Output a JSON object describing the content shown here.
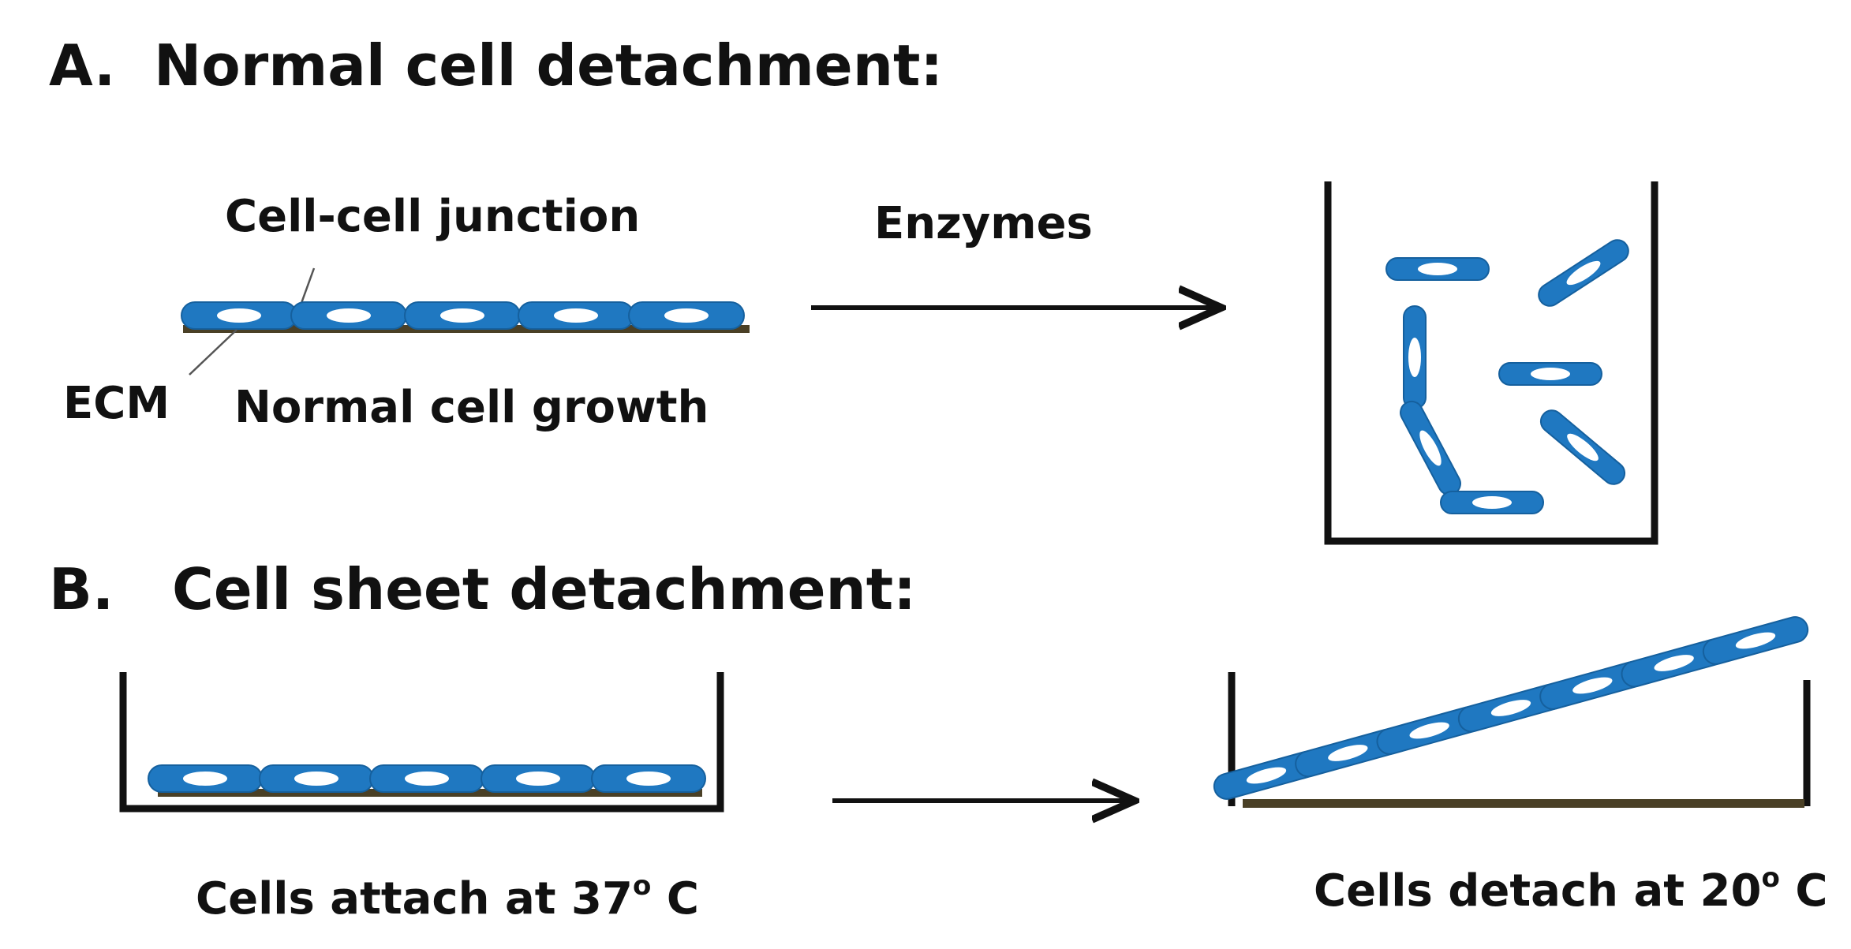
{
  "section_a": {
    "letter": "A.",
    "title": "Normal cell detachment:",
    "label_junction": "Cell-cell junction",
    "label_ecm": "ECM",
    "label_growth": "Normal cell growth",
    "arrow_label": "Enzymes"
  },
  "section_b": {
    "letter": "B.",
    "title": "Cell sheet detachment:",
    "attach_text": "Cells attach at 37",
    "attach_sup": "o",
    "attach_unit": " C",
    "detach_text": "Cells detach at 20",
    "detach_sup": "o",
    "detach_unit": " C"
  },
  "colors": {
    "cell_fill": "#1f78c1",
    "cell_edge": "#15609e",
    "nucleus": "#ffffff",
    "ecm_layer": "#4a4026",
    "dish_wall": "#111111",
    "arrow": "#111111"
  }
}
